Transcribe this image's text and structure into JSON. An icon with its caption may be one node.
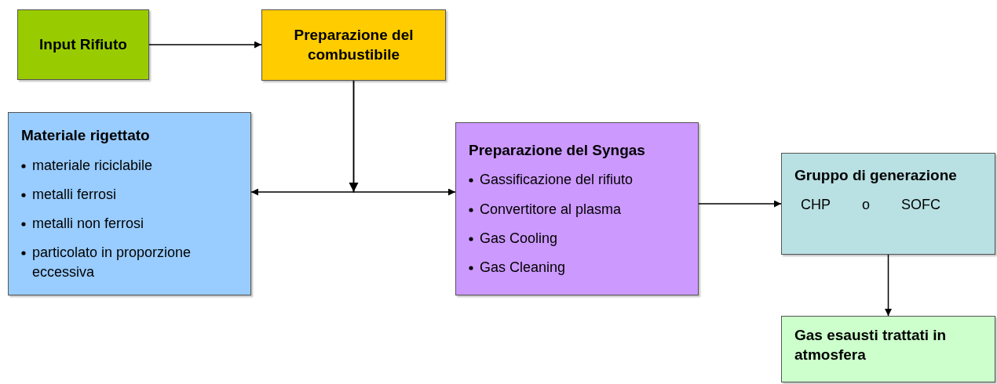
{
  "diagram": {
    "nodes": [
      {
        "text": [
          "Input Rifiuto"
        ]
      },
      {
        "text": [
          "Preparazione del combustibile"
        ]
      },
      {
        "text": [
          "Materiale rigettato",
          "materiale riciclabile",
          "metalli ferrosi",
          "metalli non ferrosi",
          "particolato in proporzione eccessiva"
        ]
      },
      {
        "text": [
          "Preparazione del Syngas",
          "Gassificazione del rifiuto",
          "Convertitore al plasma",
          "Gas Cooling",
          "Gas Cleaning"
        ]
      },
      {
        "text": [
          "Gruppo di generazione",
          "CHP",
          "o",
          "SOFC"
        ]
      },
      {
        "text": [
          "Gas esausti trattati in atmosfera"
        ]
      }
    ],
    "edges": [
      {
        "from": 0,
        "to": 1,
        "arrow": "to"
      },
      {
        "from": 1,
        "to": 2,
        "arrow": "to"
      },
      {
        "from": 1,
        "to": 3,
        "arrow": "to"
      },
      {
        "from": 3,
        "to": 4,
        "arrow": "to"
      },
      {
        "from": 4,
        "to": 5,
        "arrow": "to"
      }
    ]
  }
}
